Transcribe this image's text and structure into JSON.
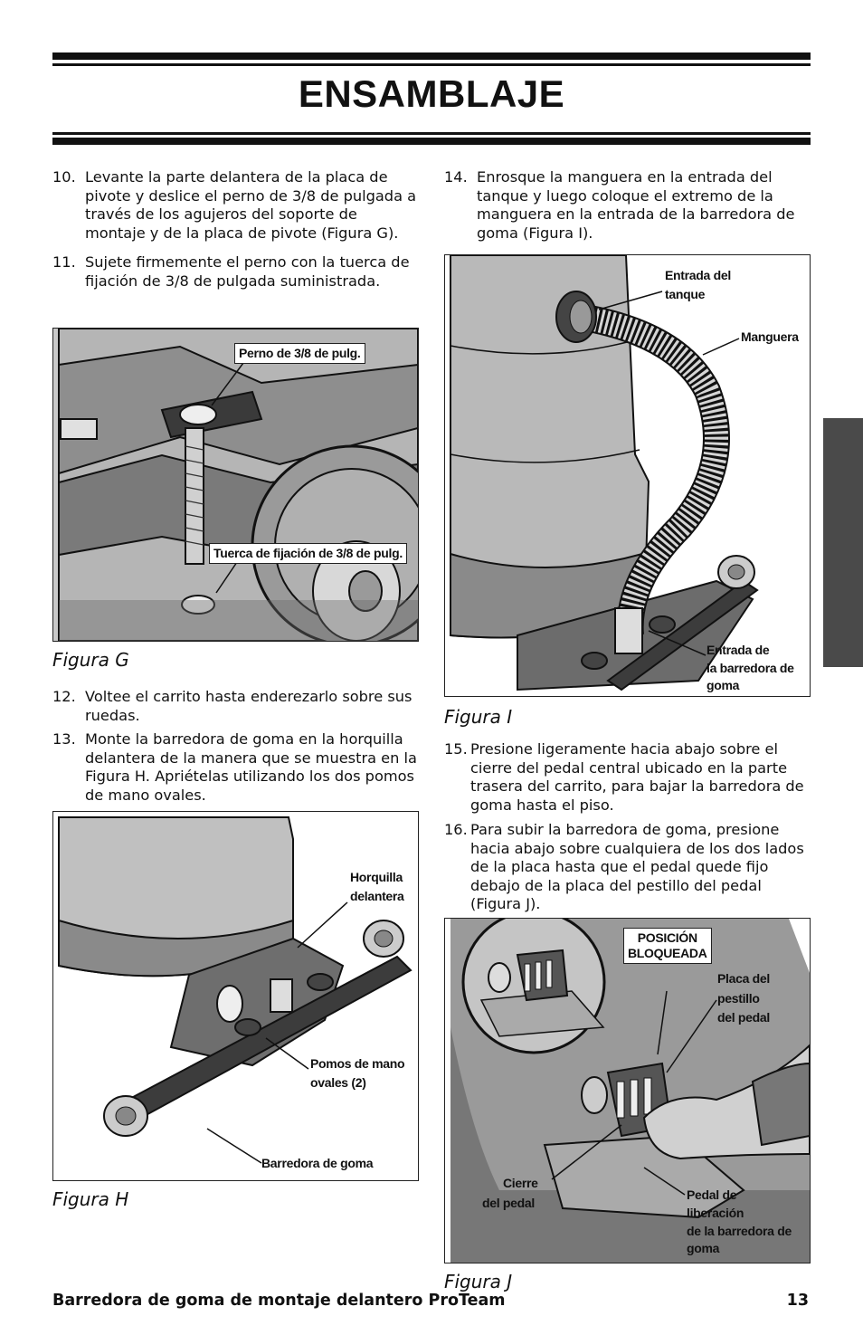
{
  "header": {
    "title": "ENSAMBLAJE"
  },
  "steps": [
    {
      "num": "10.",
      "text": "Levante la parte delantera de la placa de pivote y deslice el perno de 3/8 de pulgada a través de los agujeros del soporte de montaje y de la placa de pivote (Figura G)."
    },
    {
      "num": "11.",
      "text": "Sujete firmemente el perno con la tuerca de fijación de 3/8 de pulgada suministrada."
    },
    {
      "num": "12.",
      "text": "Voltee el carrito hasta enderezarlo sobre sus ruedas."
    },
    {
      "num": "13.",
      "text": "Monte la barredora de goma en la horquilla delantera de la manera que se muestra en la Figura H. Apriételas utilizando los dos pomos de mano ovales."
    },
    {
      "num": "14.",
      "text": "Enrosque la manguera en la entrada del tanque y luego coloque el extremo de la manguera en la entrada de la barredora de goma (Figura I)."
    },
    {
      "num": "15.",
      "text": "Presione ligeramente hacia abajo sobre el cierre del pedal central ubicado en la parte trasera del carrito, para bajar la barredora de goma hasta el piso."
    },
    {
      "num": "16.",
      "text": "Para subir la barredora de goma, presione hacia abajo sobre cualquiera de los dos lados de la placa hasta que el pedal quede fijo debajo de la placa del pestillo del pedal (Figura J)."
    }
  ],
  "figures": {
    "g": {
      "caption": "Figura G",
      "labels": [
        "Perno de 3/8 de pulg.",
        "Tuerca de fijación de 3/8 de pulg."
      ]
    },
    "h": {
      "caption": "Figura H",
      "labels": [
        "Horquilla",
        "delantera",
        "Pomos de mano",
        "ovales (2)",
        "Barredora de goma"
      ]
    },
    "i": {
      "caption": "Figura I",
      "labels": [
        "Entrada del",
        "tanque",
        "Manguera",
        "Entrada de",
        "la barredora de",
        "goma"
      ]
    },
    "j": {
      "caption": "Figura J",
      "labels": [
        "POSICIÓN",
        "BLOQUEADA",
        "Placa del",
        "pestillo",
        "del pedal",
        "Cierre",
        "del pedal",
        "Pedal de",
        "liberación",
        "de la barredora de",
        "goma"
      ]
    }
  },
  "footer": {
    "text": "Barredora de goma de montaje delantero ProTeam",
    "page": "13"
  }
}
